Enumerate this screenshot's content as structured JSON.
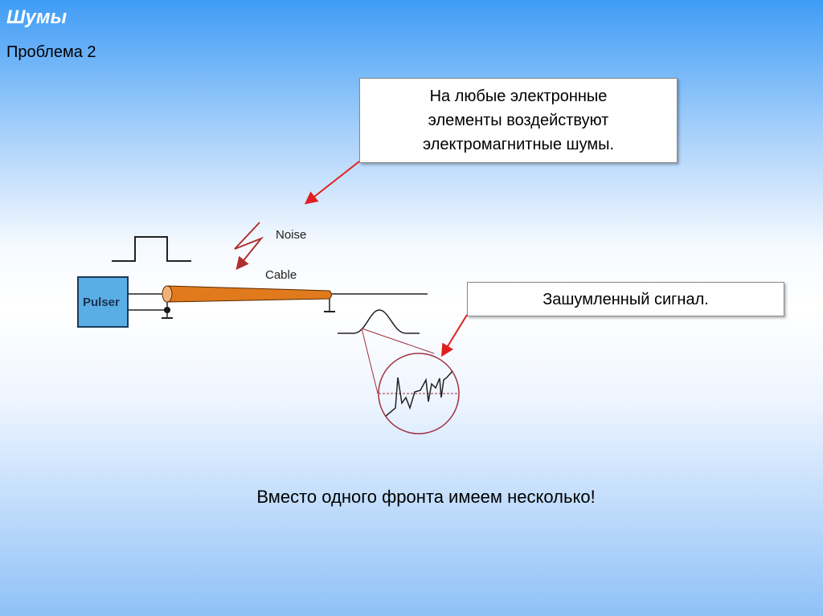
{
  "title": "Шумы",
  "subtitle": "Проблема 2",
  "callout_1": {
    "lines": [
      "На любые электронные",
      "элементы воздействуют",
      "электромагнитные шумы."
    ]
  },
  "callout_2": "Зашумленный сигнал.",
  "diagram": {
    "pulser_label": "Pulser",
    "noise_label": "Noise",
    "cable_label": "Cable"
  },
  "conclusion": "Вместо одного фронта имеем несколько!",
  "colors": {
    "arrow": "#e02020",
    "cable": "#e07a1c",
    "pulser": "#5aaee6",
    "noise": "#b03030"
  }
}
